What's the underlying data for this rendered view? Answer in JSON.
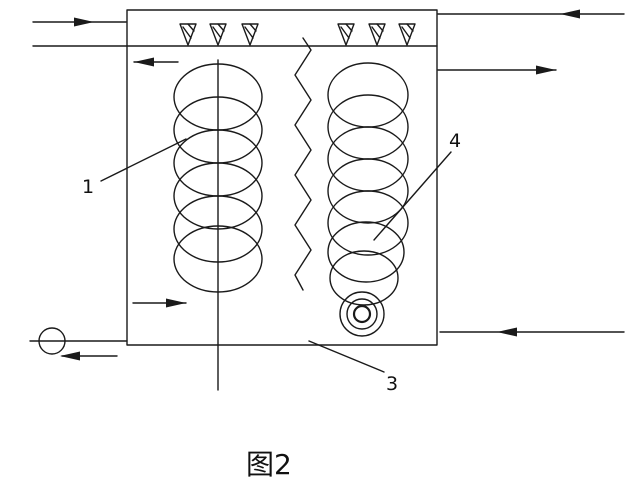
{
  "figure": {
    "caption": "图2",
    "labels": {
      "left_coil": "1",
      "right_coil": "4",
      "zigzag_baffle": "3"
    }
  },
  "colors": {
    "line": "#1a1a1a",
    "background": "#ffffff"
  }
}
